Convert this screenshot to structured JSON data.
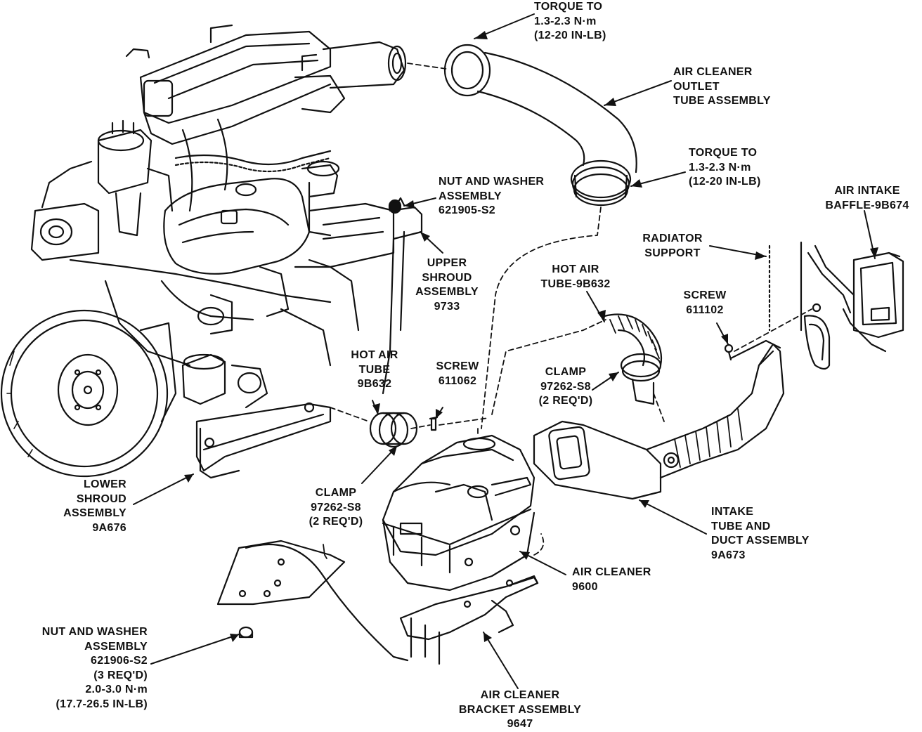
{
  "labels": {
    "torque_top": [
      "TORQUE TO",
      "1.3-2.3 N·m",
      "(12-20 IN-LB)"
    ],
    "outlet_tube": [
      "AIR CLEANER",
      "OUTLET",
      "TUBE ASSEMBLY"
    ],
    "torque_mid": [
      "TORQUE TO",
      "1.3-2.3 N·m",
      "(12-20 IN-LB)"
    ],
    "baffle": [
      "AIR INTAKE",
      "BAFFLE-9B674"
    ],
    "nut_washer_upper": [
      "NUT AND WASHER",
      "ASSEMBLY",
      "621905-S2"
    ],
    "radiator_support": [
      "RADIATOR",
      "SUPPORT"
    ],
    "upper_shroud": [
      "UPPER",
      "SHROUD",
      "ASSEMBLY",
      "9733"
    ],
    "hot_air_tube_right": [
      "HOT AIR",
      "TUBE-9B632"
    ],
    "screw_right": [
      "SCREW",
      "611102"
    ],
    "hot_air_tube_left": [
      "HOT AIR",
      "TUBE",
      "9B632"
    ],
    "screw_left": [
      "SCREW",
      "611062"
    ],
    "clamp_right": [
      "CLAMP",
      "97262-S8",
      "(2 REQ'D)"
    ],
    "lower_shroud": [
      "LOWER",
      "SHROUD",
      "ASSEMBLY",
      "9A676"
    ],
    "clamp_left": [
      "CLAMP",
      "97262-S8",
      "(2 REQ'D)"
    ],
    "intake_tube": [
      "INTAKE",
      "TUBE AND",
      "DUCT ASSEMBLY",
      "9A673"
    ],
    "air_cleaner": [
      "AIR CLEANER",
      "9600"
    ],
    "nut_washer_lower": [
      "NUT AND WASHER",
      "ASSEMBLY",
      "621906-S2",
      "(3 REQ'D)",
      "2.0-3.0 N·m",
      "(17.7-26.5 IN-LB)"
    ],
    "bracket": [
      "AIR CLEANER",
      "BRACKET ASSEMBLY",
      "9647"
    ]
  },
  "colors": {
    "ink": "#111111",
    "paper": "#ffffff"
  }
}
